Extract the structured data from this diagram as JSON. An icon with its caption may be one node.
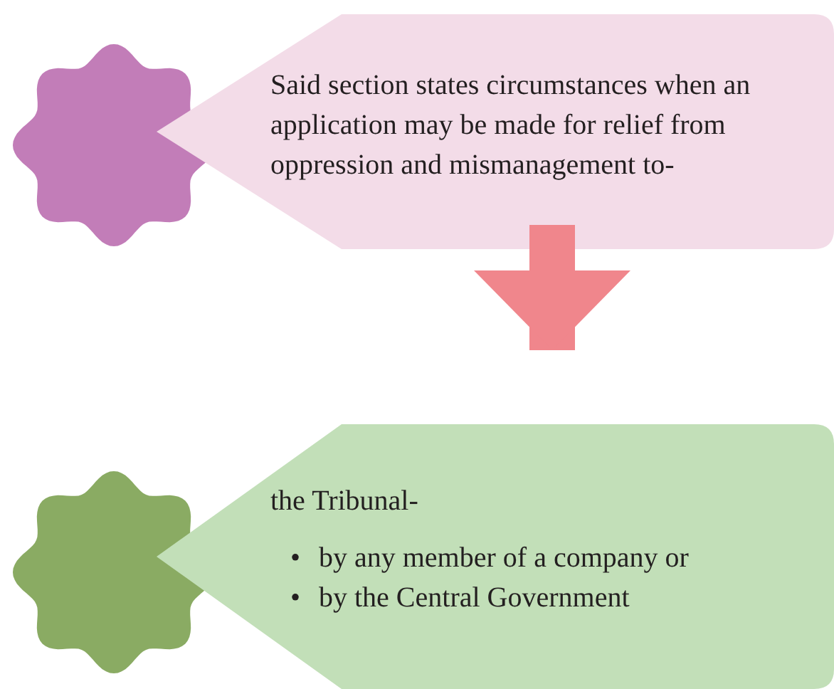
{
  "diagram": {
    "nodes": [
      {
        "text": [],
        "shape": "flower"
      },
      {
        "text": [
          "Said section states circumstances when an application may be made for relief from oppression and mismanagement to-"
        ]
      },
      {
        "text": [],
        "shape": "flower"
      },
      {
        "text": [
          "the Tribunal-",
          "by any member of a company or",
          "by the Central Government"
        ]
      }
    ],
    "edges": [
      {
        "from": 1,
        "to": 3,
        "arrow": "to"
      }
    ],
    "labels": [
      "•",
      "•"
    ]
  }
}
